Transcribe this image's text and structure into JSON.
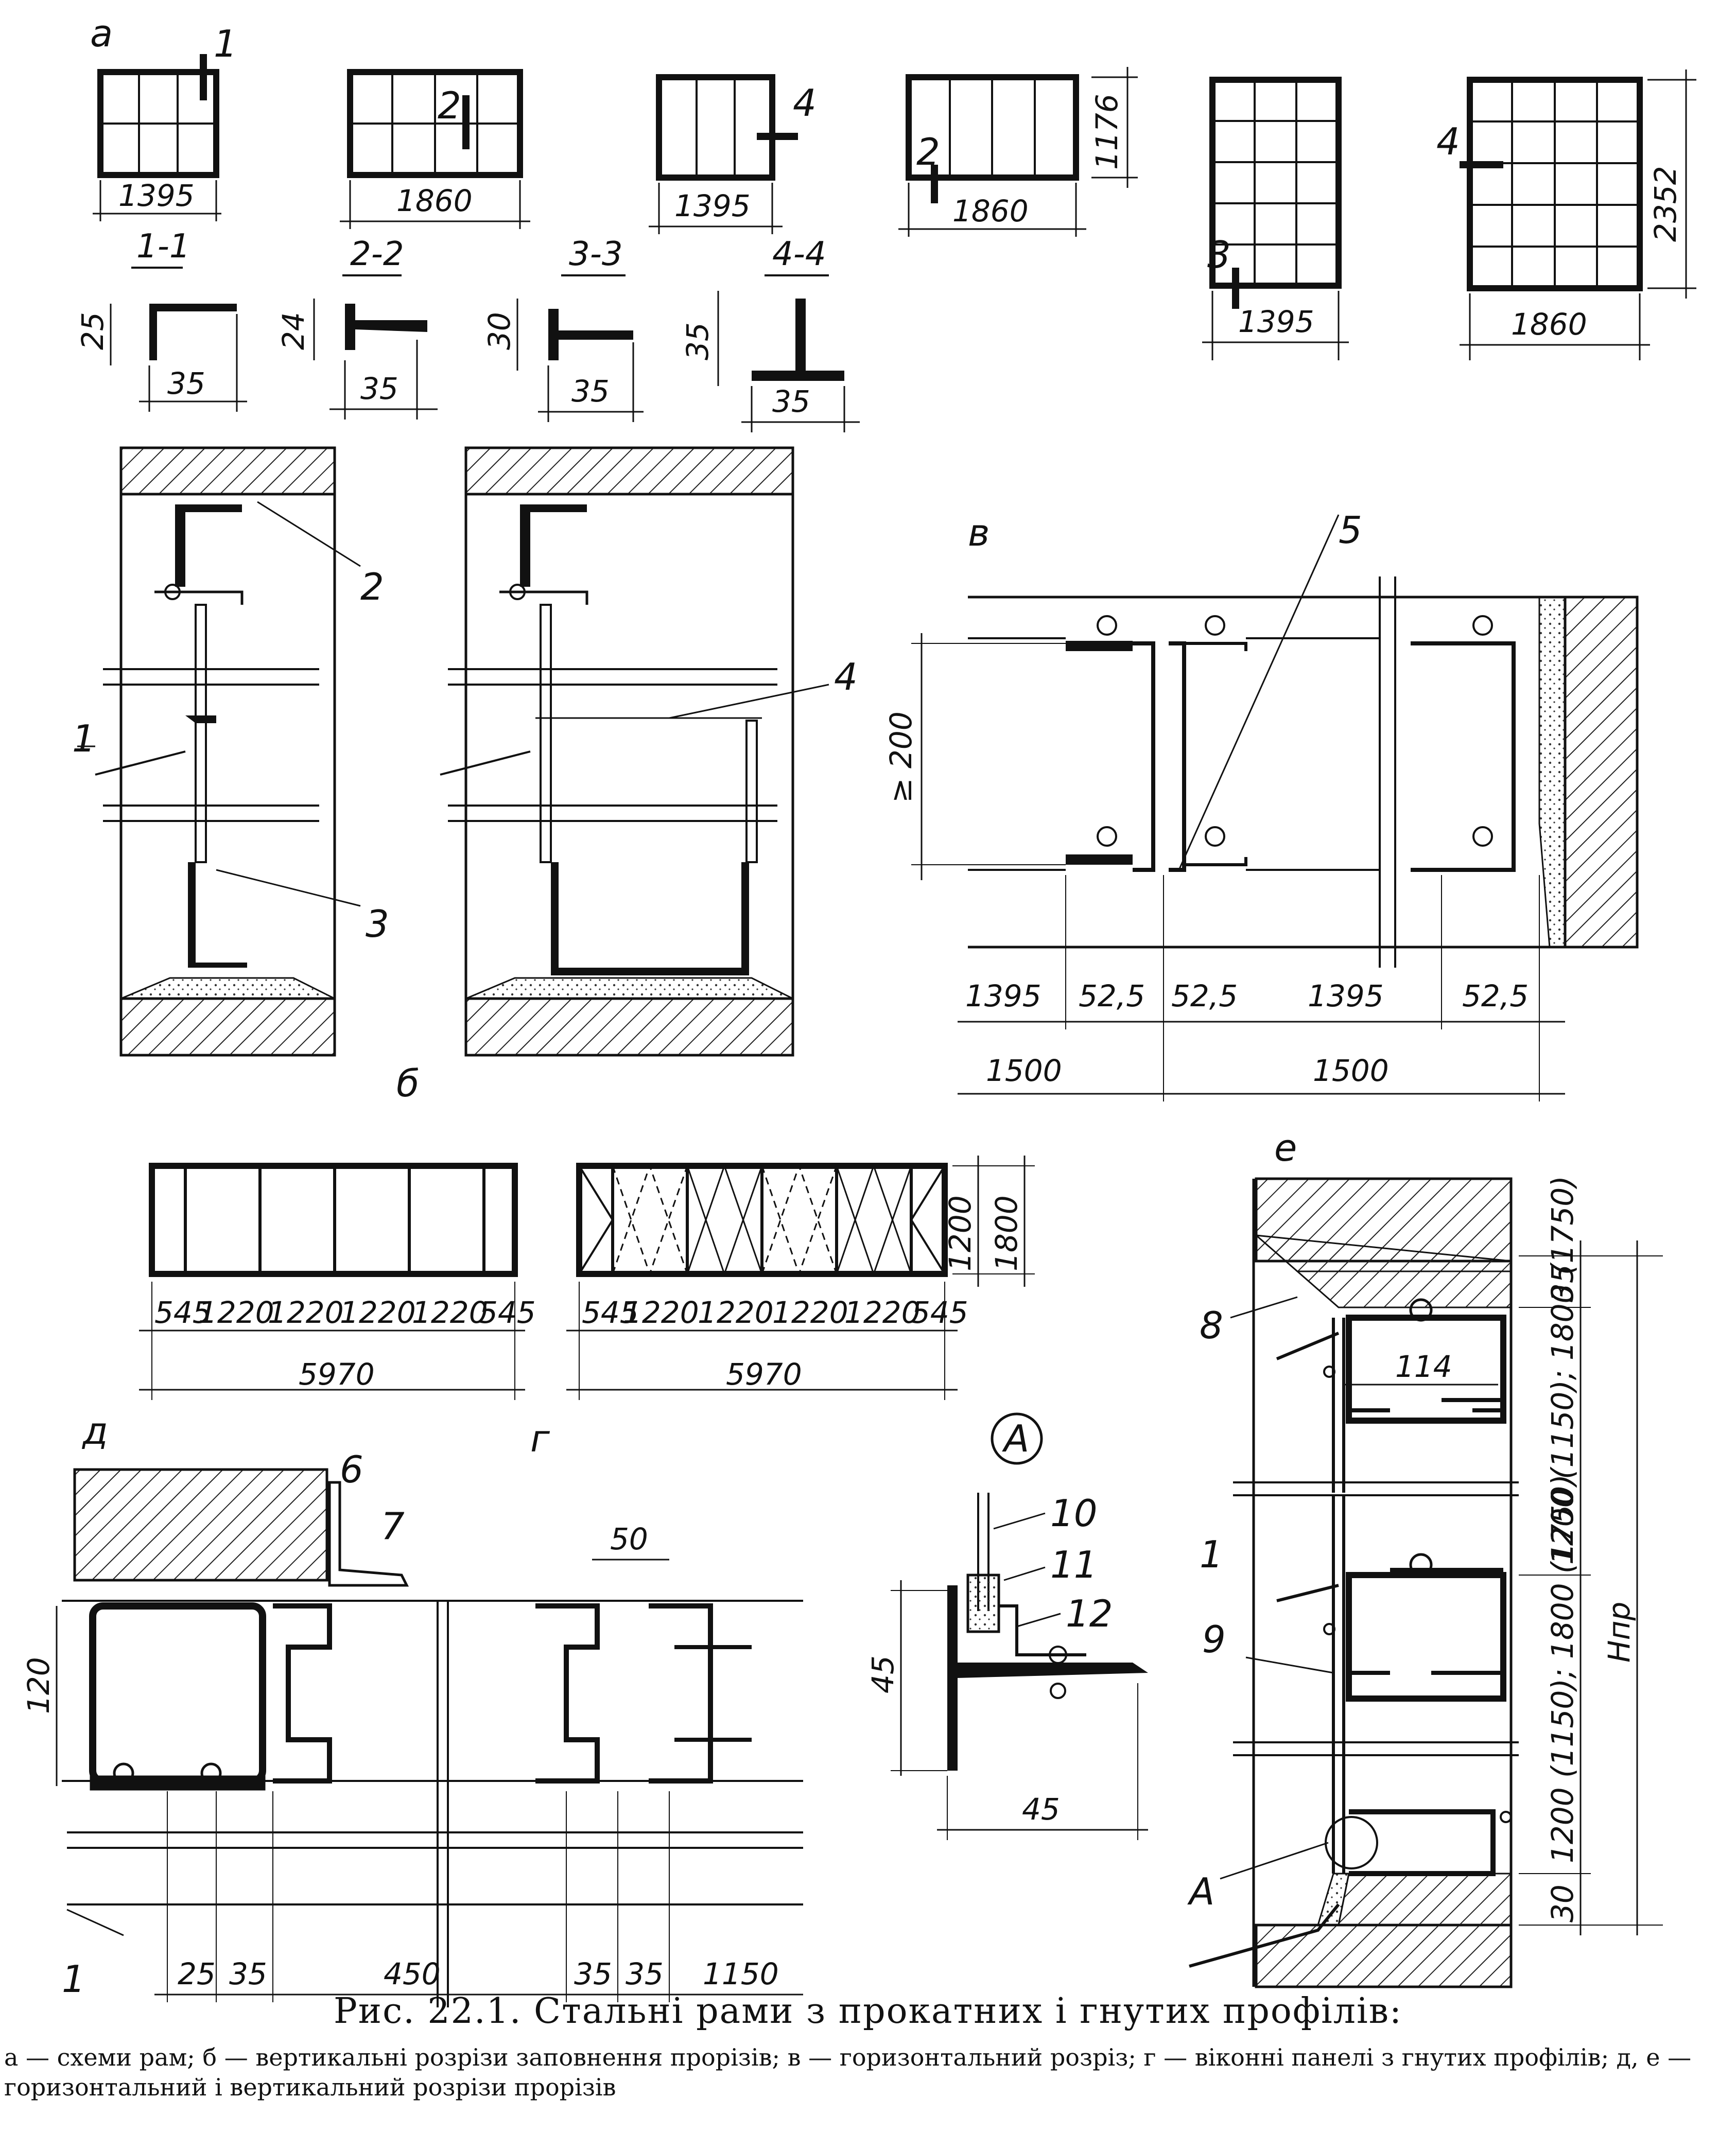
{
  "figure": {
    "caption_title": "Рис. 22.1. Стальні рами з прокатних і гнутих профілів:",
    "caption_text": "а — схеми рам;  б — вертикальні розрізи заповнення прорізів;  в — горизонтальний розріз;  г — віконні панелі з гнутих профілів;  д, е — горизонтальний і вертикальний розрізи прорізів"
  },
  "panel_letters": {
    "a": "а",
    "b": "б",
    "v": "в",
    "g": "г",
    "d": "д",
    "e": "е",
    "A_circle": "A",
    "A_leader": "A"
  },
  "frames_a": {
    "w1": "1395",
    "w2": "1860",
    "w3": "1395",
    "w4": "1860",
    "h4": "1176",
    "w5": "1395",
    "w6": "1860",
    "h6": "2352",
    "mark1": "1",
    "mark2": "2",
    "mark4": "4",
    "mark2b": "2",
    "mark3": "3",
    "mark4b": "4"
  },
  "sections": {
    "s1": "1-1",
    "s2": "2-2",
    "s3": "3-3",
    "s4": "4-4",
    "s1_h": "25",
    "s1_w": "35",
    "s2_h": "24",
    "s2_w": "35",
    "s3_h": "30",
    "s3_w": "35",
    "s4_h": "35",
    "s4_w": "35"
  },
  "panel_b": {
    "n1": "1",
    "n2": "2",
    "n3": "3",
    "n4": "4"
  },
  "panel_v": {
    "n5": "5",
    "min_h": "≥ 200",
    "d1": "1395",
    "d2": "52,5",
    "d3": "52,5",
    "d4": "1395",
    "d5": "52,5",
    "t1": "1500",
    "t2": "1500"
  },
  "panel_g": {
    "dims_left": [
      "545",
      "1220",
      "1220",
      "1220",
      "1220",
      "545"
    ],
    "total_left": "5970",
    "dims_right": [
      "545",
      "1220",
      "1220",
      "1220",
      "1220",
      "545"
    ],
    "total_right": "5970",
    "h1": "1200",
    "h2": "1800"
  },
  "panel_d": {
    "n6": "6",
    "n7": "7",
    "n1": "1",
    "d50": "50",
    "h120": "120",
    "bottom": [
      "25",
      "35",
      "450",
      "35",
      "35",
      "1150"
    ]
  },
  "detail_A": {
    "n10": "10",
    "n11": "11",
    "n12": "12",
    "h": "45",
    "w": "45"
  },
  "panel_e": {
    "n8": "8",
    "n1": "1",
    "n9": "9",
    "w114": "114",
    "top35": "35",
    "dim_upper": "1200 (1150); 1800 (1750)",
    "dim_lower": "1200 (1150); 1800 (1750)",
    "bot30": "30",
    "hpr": "Hпр"
  },
  "colors": {
    "ink": "#111111",
    "hatch": "#222222",
    "paper": "#ffffff"
  }
}
